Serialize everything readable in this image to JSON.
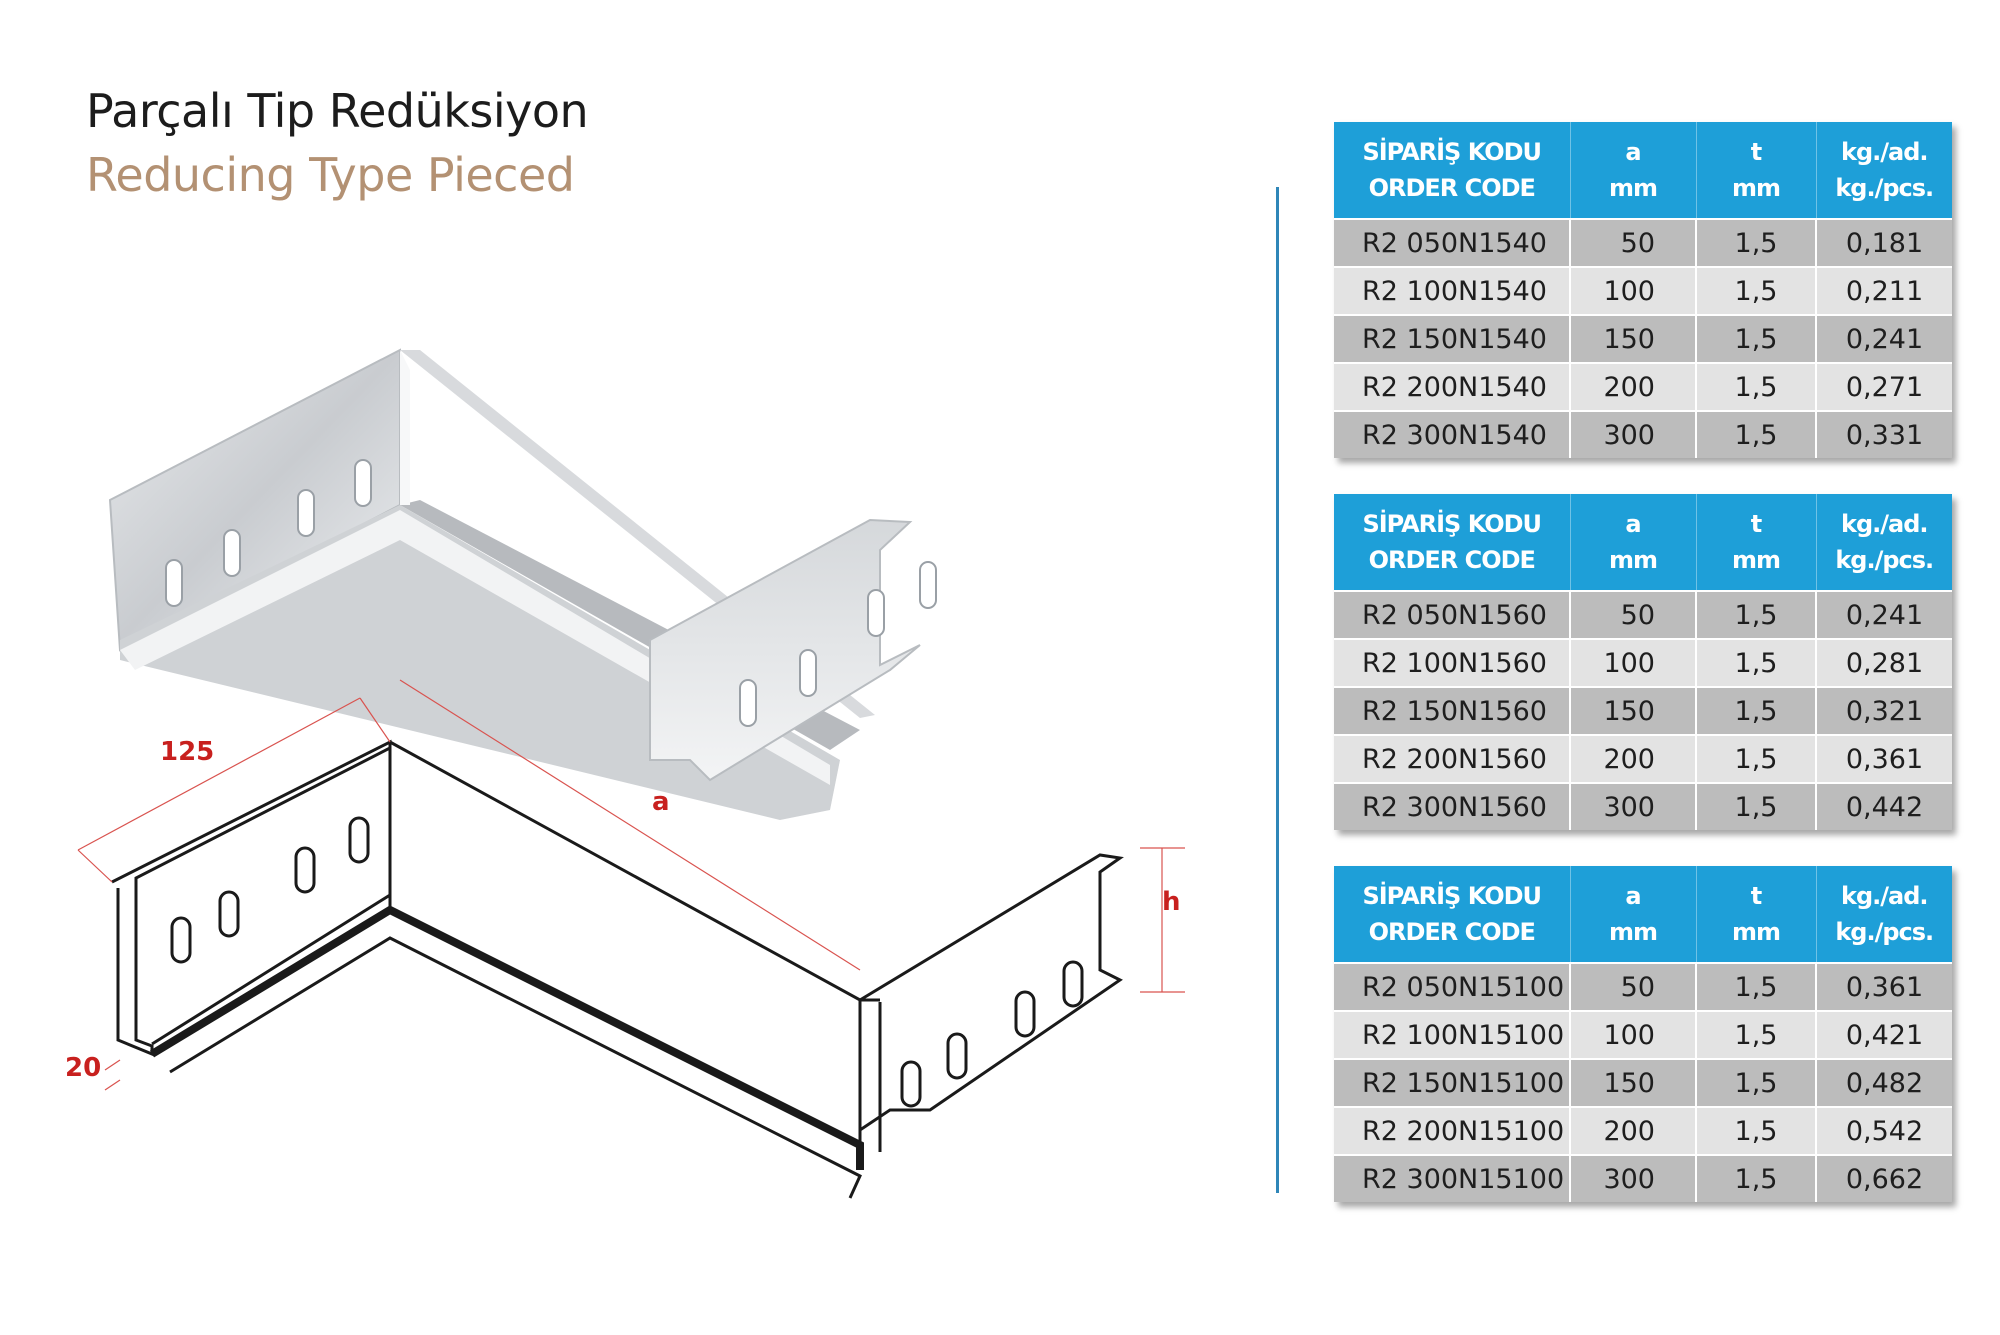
{
  "title_tr": "Parçalı Tip Redüksiyon",
  "title_en": "Reducing Type  Pieced",
  "dimensions": {
    "width": "125",
    "length": "a",
    "height": "h",
    "flange": "20"
  },
  "colors": {
    "header_blue": "#1e9fd8",
    "title_beige": "#b39173",
    "dim_red": "#c8201e",
    "row_dark": "#bcbcbc",
    "row_light": "#e3e3e3"
  },
  "header": {
    "code_tr": "SİPARİŞ KODU",
    "code_en": "ORDER CODE",
    "a": "a",
    "a_unit": "mm",
    "t": "t",
    "t_unit": "mm",
    "w_tr": "kg./ad.",
    "w_en": "kg./pcs."
  },
  "tables": [
    {
      "rows": [
        [
          "R2 050N1540",
          "50",
          "1,5",
          "0,181"
        ],
        [
          "R2 100N1540",
          "100",
          "1,5",
          "0,211"
        ],
        [
          "R2 150N1540",
          "150",
          "1,5",
          "0,241"
        ],
        [
          "R2 200N1540",
          "200",
          "1,5",
          "0,271"
        ],
        [
          "R2 300N1540",
          "300",
          "1,5",
          "0,331"
        ]
      ]
    },
    {
      "rows": [
        [
          "R2 050N1560",
          "50",
          "1,5",
          "0,241"
        ],
        [
          "R2 100N1560",
          "100",
          "1,5",
          "0,281"
        ],
        [
          "R2 150N1560",
          "150",
          "1,5",
          "0,321"
        ],
        [
          "R2 200N1560",
          "200",
          "1,5",
          "0,361"
        ],
        [
          "R2 300N1560",
          "300",
          "1,5",
          "0,442"
        ]
      ]
    },
    {
      "rows": [
        [
          "R2 050N15100",
          "50",
          "1,5",
          "0,361"
        ],
        [
          "R2 100N15100",
          "100",
          "1,5",
          "0,421"
        ],
        [
          "R2 150N15100",
          "150",
          "1,5",
          "0,482"
        ],
        [
          "R2 200N15100",
          "200",
          "1,5",
          "0,542"
        ],
        [
          "R2 300N15100",
          "300",
          "1,5",
          "0,662"
        ]
      ]
    }
  ]
}
